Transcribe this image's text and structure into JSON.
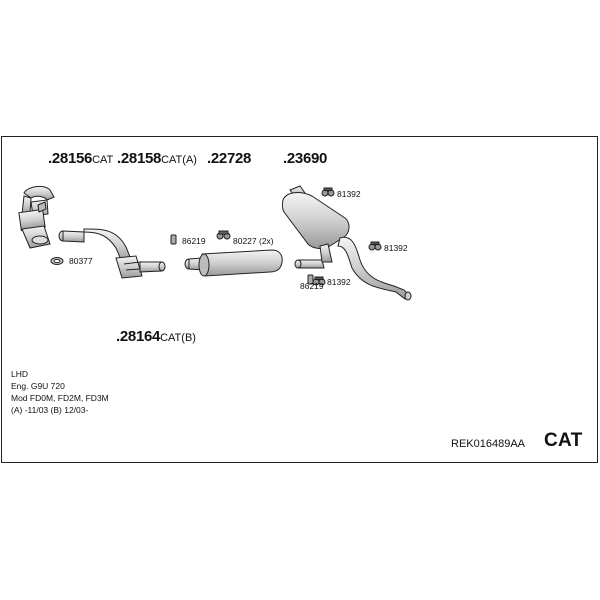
{
  "parts": {
    "p1": {
      "number": ".28156",
      "suffix": "CAT"
    },
    "p2": {
      "number": ".28158",
      "suffix": "CAT(A)"
    },
    "p3": {
      "number": ".22728",
      "suffix": ""
    },
    "p4": {
      "number": ".23690",
      "suffix": ""
    },
    "p5": {
      "number": ".28164",
      "suffix": "CAT(B)"
    }
  },
  "refs": {
    "r80377": "80377",
    "r86219a": "86219",
    "r80227": "80227 (2x)",
    "r81392a": "81392",
    "r81392b": "81392",
    "r86219b": "86219",
    "r81392c": "81392"
  },
  "info": {
    "line1": "LHD",
    "line2": "Eng. G9U 720",
    "line3": "Mod FD0M, FD2M, FD3M",
    "line4": "(A) -11/03 (B) 12/03-"
  },
  "footer": {
    "code": "REK016489AA",
    "cat": "CAT"
  },
  "icons": [
    "catalytic-converter-icon",
    "front-pipe-icon",
    "center-silencer-icon",
    "rear-silencer-icon",
    "gasket-icon",
    "rubber-hanger-icon",
    "clamp-icon"
  ]
}
